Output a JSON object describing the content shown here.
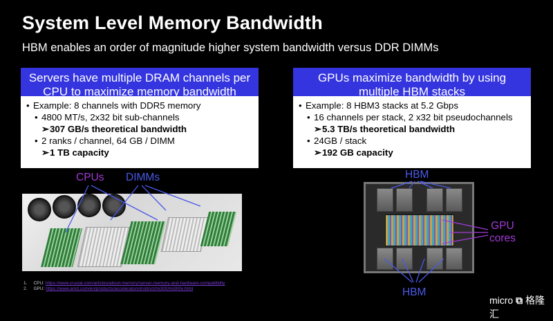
{
  "title": "System Level Memory Bandwidth",
  "subtitle": "HBM enables an order of magnitude higher system bandwidth versus DDR DIMMs",
  "left_panel": {
    "heading": "Servers have multiple DRAM channels per CPU to maximize memory bandwidth",
    "line1": "Example: 8 channels with DDR5 memory",
    "line2": "4800 MT/s, 2x32 bit sub-channels",
    "line3": "307 GB/s theoretical bandwidth",
    "line4": "2 ranks / channel, 64 GB / DIMM",
    "line5": "1 TB capacity"
  },
  "right_panel": {
    "heading": "GPUs maximize bandwidth by using multiple HBM stacks",
    "line1": "Example:  8 HBM3 stacks at 5.2 Gbps",
    "line2": "16 channels per stack, 2 x32 bit pseudochannels",
    "line3": "5.3 TB/s theoretical bandwidth",
    "line4": "24GB / stack",
    "line5": "192 GB capacity"
  },
  "callouts": {
    "cpus": "CPUs",
    "dimms": "DIMMs",
    "hbm_top": "HBM",
    "gpu_cores": "GPU\ncores",
    "hbm_bottom": "HBM"
  },
  "footnotes": {
    "n1": "1.",
    "n1_label": "CPU:",
    "n1_url": "https://www.crucial.com/articles/about-memory/server-memory-and-hardware-compatibility",
    "n2": "2.",
    "n2_label": "GPU:",
    "n2_url": "https://www.amd.com/en/products/accelerators/instinct/mi300/mi300x.html"
  },
  "brand": {
    "micro": "micro",
    "logo": "格隆汇"
  },
  "colors": {
    "panel_head": "#3535e0",
    "callout_purple": "#a23ad8",
    "callout_blue": "#4a5ae8"
  }
}
